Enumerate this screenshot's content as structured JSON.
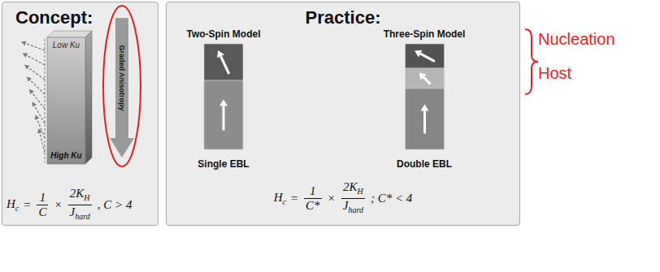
{
  "diagram": {
    "nodes": [
      {
        "text": [
          "Concept:"
        ]
      },
      {
        "text": [
          "Low Ku",
          "High Ku"
        ],
        "in": 0
      },
      {
        "text": [
          "Graded Anisotropy"
        ],
        "in": 0
      },
      {
        "text": [
          "Practice:"
        ]
      },
      {
        "text": [
          "Two-Spin Model",
          "Single EBL"
        ],
        "in": 3
      },
      {
        "text": [
          "Three-Spin Model",
          "Double EBL"
        ],
        "in": 3
      }
    ],
    "labels": [
      "Nucleation",
      "Host",
      "H",
      "c",
      "=",
      "1",
      "C",
      "×",
      "2K",
      "H",
      "J",
      "hard",
      ", C > 4",
      "H",
      "c",
      "=",
      "1",
      "C*",
      "×",
      "2K",
      "H",
      "J",
      "hard",
      "; C* < 4"
    ]
  }
}
